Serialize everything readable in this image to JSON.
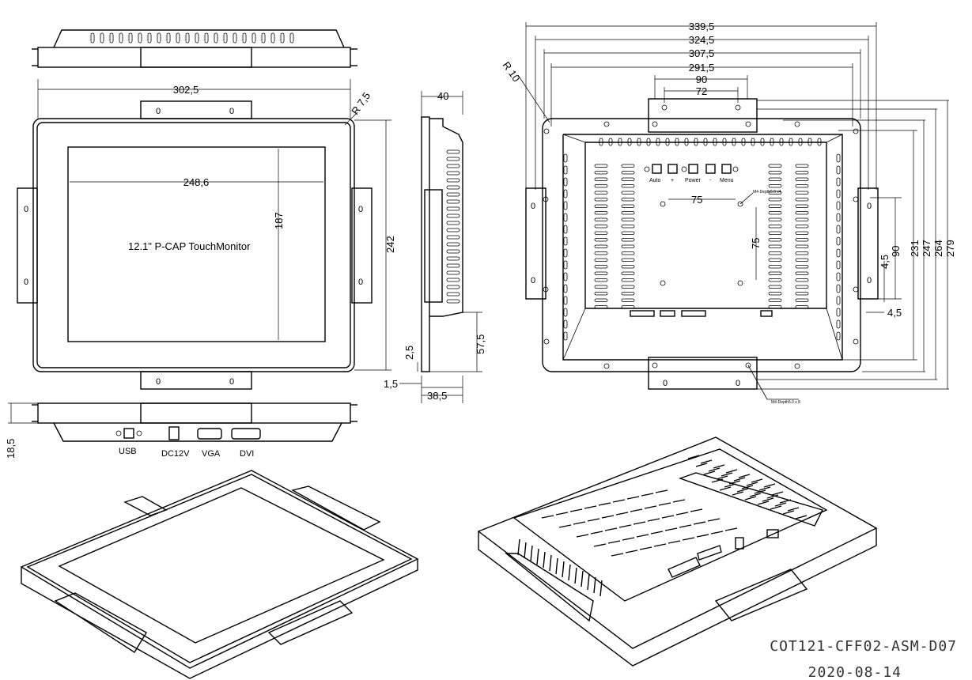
{
  "front_view": {
    "width_dim": "302,5",
    "height_dim": "242",
    "active_width_dim": "248,6",
    "active_height_dim": "187",
    "corner_radius": "R 7,5",
    "screen_label": "12.1\" P-CAP TouchMonitor",
    "bracket_holes": "0"
  },
  "side_view": {
    "depth_top": "40",
    "depth_bottom": "38,5",
    "dim_57": "57,5",
    "dim_2_5": "2,5",
    "dim_1_5": "1,5"
  },
  "bottom_view": {
    "height_dim": "18,5",
    "ports": [
      "USB",
      "DC12V",
      "VGA",
      "DVI"
    ]
  },
  "rear_view": {
    "widths": [
      "339,5",
      "324,5",
      "307,5",
      "291,5",
      "90",
      "72"
    ],
    "heights": [
      "231",
      "247",
      "264",
      "279"
    ],
    "radius": "R 10",
    "vesa_h": "75",
    "vesa_v": "75",
    "dim_90": "90",
    "dim_4_5a": "4,5",
    "dim_4_5b": "4,5",
    "buttons": [
      "Auto",
      "+",
      "Power",
      "-",
      "Menu"
    ],
    "note_vesa": "M4-Depth5.0 x4",
    "note_bracket": "M4-Depth5.0 x 8"
  },
  "title_block": {
    "doc_id": "COT121-CFF02-ASM-D07",
    "date": "2020-08-14"
  }
}
